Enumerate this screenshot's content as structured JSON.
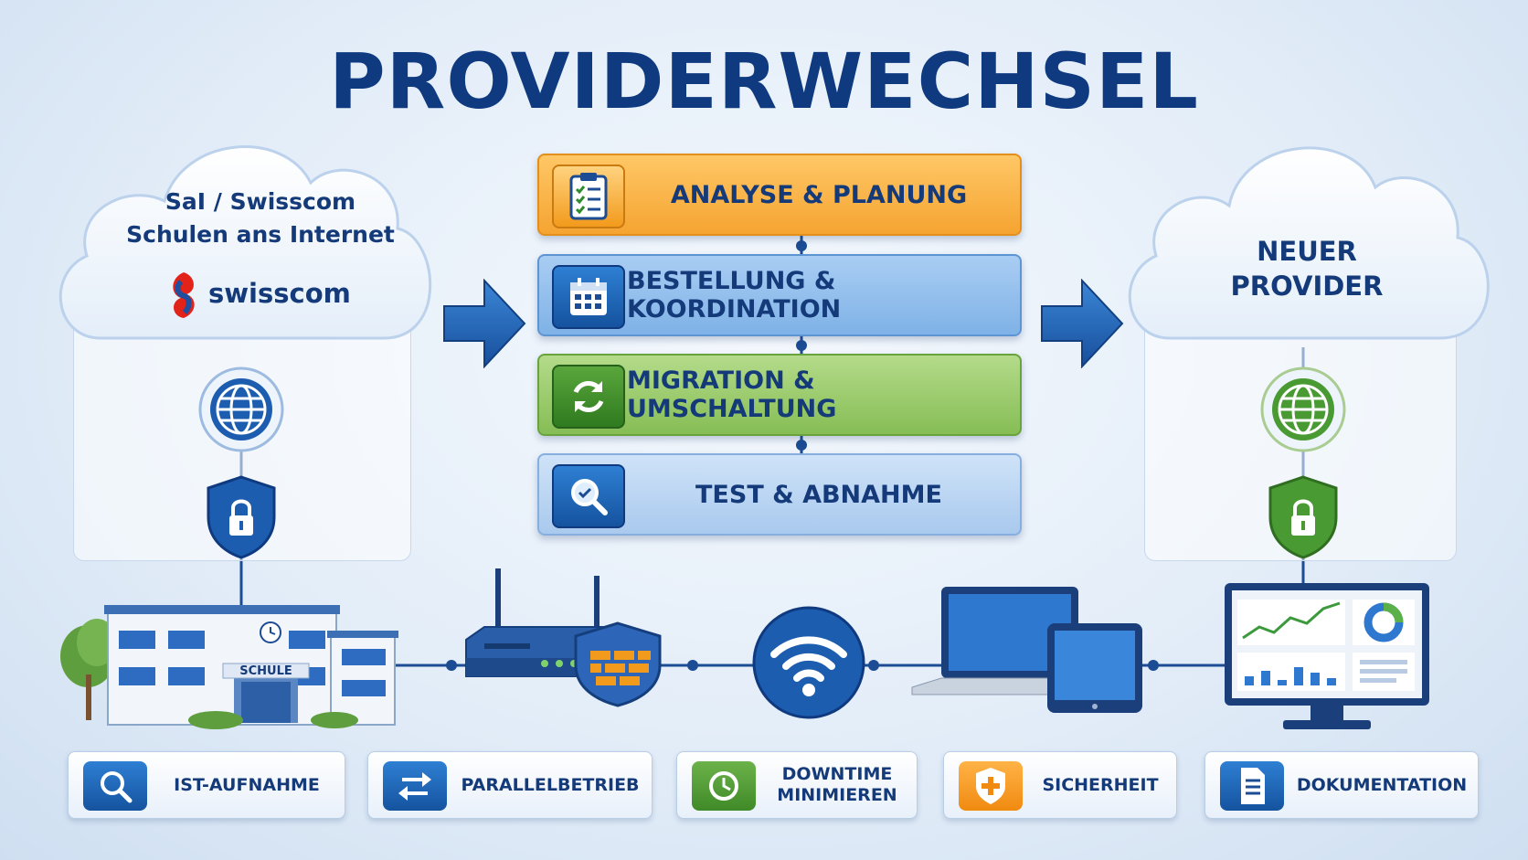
{
  "title": "PROVIDERWECHSEL",
  "left_cloud": {
    "line1": "Sa⁠I / Swisscom",
    "line2": "Schulen ans Internet",
    "logo_text": "swisscom"
  },
  "right_cloud": {
    "line1": "NEUER",
    "line2": "PROVIDER"
  },
  "steps": [
    {
      "label": "ANALYSE & PLANUNG",
      "icon": "clipboard-icon"
    },
    {
      "label": "BESTELLUNG & KOORDINATION",
      "icon": "calendar-icon"
    },
    {
      "label": "MIGRATION & UMSCHALTUNG",
      "icon": "refresh-icon"
    },
    {
      "label": "TEST & ABNAHME",
      "icon": "magnifier-icon"
    }
  ],
  "school_sign": "SCHULE",
  "features": [
    {
      "label": "IST-AUFNAHME",
      "icon": "search-icon"
    },
    {
      "label": "PARALLELBETRIEB",
      "icon": "swap-arrows-icon"
    },
    {
      "label_line1": "DOWNTIME",
      "label_line2": "MINIMIEREN",
      "icon": "clock-icon"
    },
    {
      "label": "SICHERHEIT",
      "icon": "shield-plus-icon"
    },
    {
      "label": "DOKUMENTATION",
      "icon": "document-icon"
    }
  ],
  "colors": {
    "title": "#0f3a80",
    "step_orange": "#f5a431",
    "step_blue": "#7fb2e7",
    "step_green": "#86bd55",
    "step_light_blue": "#a9c9ee",
    "swisscom_red": "#e2231a"
  }
}
